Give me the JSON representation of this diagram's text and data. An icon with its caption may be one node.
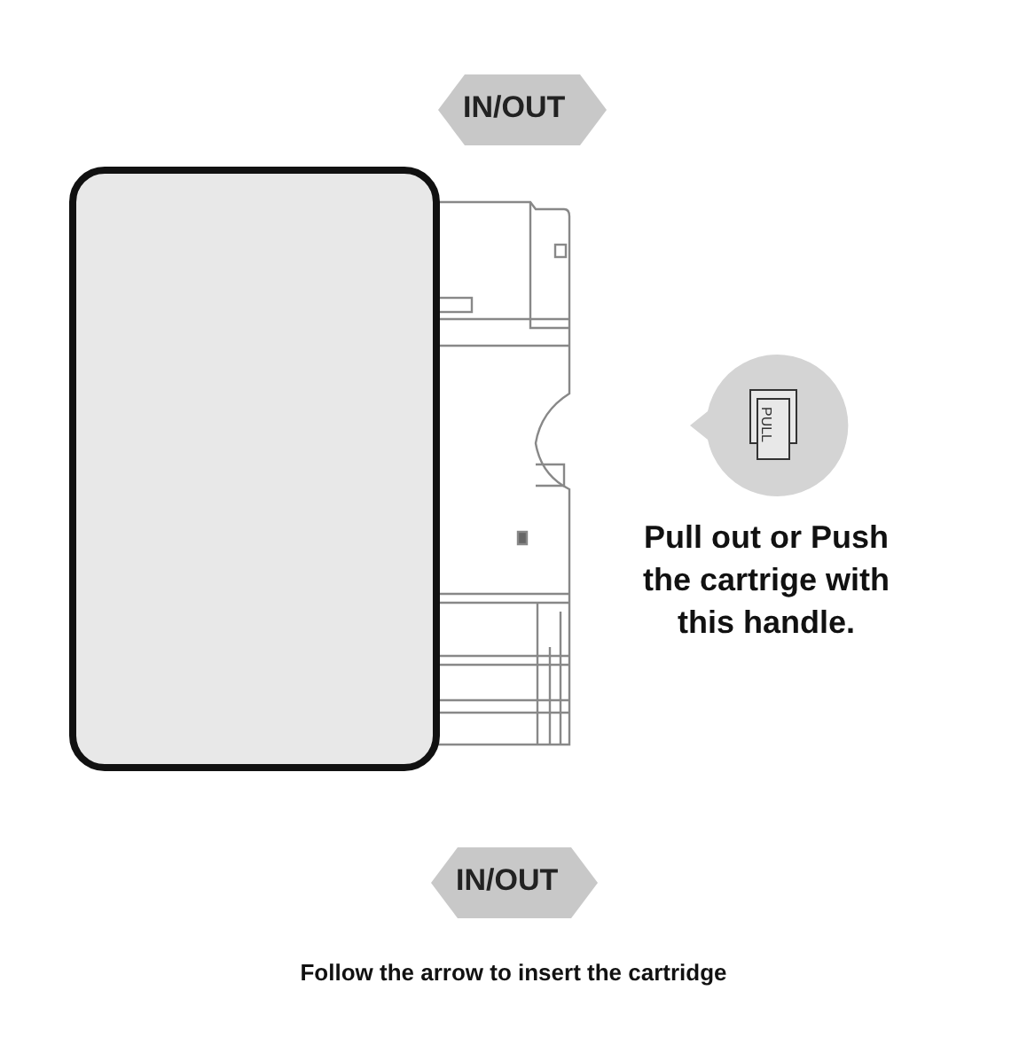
{
  "diagram": {
    "caption": "Follow the arrow to insert the cartridge",
    "labels": [
      "IN/OUT",
      "PULL",
      "Pull out or Push the cartrige with this handle.",
      "IN/OUT"
    ]
  }
}
